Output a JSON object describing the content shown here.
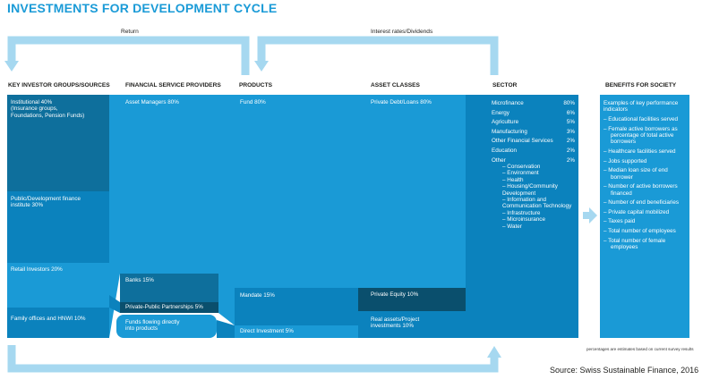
{
  "title": "INVESTMENTS FOR DEVELOPMENT CYCLE",
  "arrows": {
    "return_label": "Return",
    "interest_label": "Interest rates/Dividends"
  },
  "columns": {
    "investors": "KEY INVESTOR GROUPS/SOURCES",
    "providers": "FINANCIAL SERVICE PROVIDERS",
    "products": "PRODUCTS",
    "assets": "ASSET CLASSES",
    "sector": "SECTOR",
    "benefits": "BENEFITS FOR SOCIETY"
  },
  "investors": {
    "institutional_1": "Institutional 40%",
    "institutional_2": "(Insurance groups,",
    "institutional_3": "Foundations, Pension Funds)",
    "public_1": "Public/Development finance",
    "public_2": "institute 30%",
    "retail": "Retail Investors 20%",
    "family": "Family offices and HNWI 10%"
  },
  "providers": {
    "asset_managers": "Asset Managers 80%",
    "banks": "Banks 15%",
    "ppp": "Private-Public Partnerships 5%",
    "direct_1": "Funds flowing directly",
    "direct_2": "into products"
  },
  "products": {
    "fund": "Fund 80%",
    "mandate": "Mandate 15%",
    "direct": "Direct Investment 5%"
  },
  "assets": {
    "debt": "Private Debt/Loans 80%",
    "equity": "Private Equity 10%",
    "real_1": "Real assets/Project",
    "real_2": "investments 10%"
  },
  "sector": {
    "items": [
      {
        "name": "Microfinance",
        "pct": "80%"
      },
      {
        "name": "Energy",
        "pct": "6%"
      },
      {
        "name": "Agriculture",
        "pct": "5%"
      },
      {
        "name": "Manufacturing",
        "pct": "3%"
      },
      {
        "name": "Other Financial Services",
        "pct": "2%"
      },
      {
        "name": "Education",
        "pct": "2%"
      },
      {
        "name": "Other",
        "pct": "2%"
      }
    ],
    "other_sub": [
      "Conservation",
      "Environment",
      "Health",
      "Housing/Community Development",
      "Information and Communication Technology",
      "Infrastructure",
      "Microinsurance",
      "Water"
    ]
  },
  "benefits": {
    "intro": "Examples of key performance indicators",
    "items": [
      "Educational facilities served",
      "Female active borrowers as percentage of total active borrowers",
      "Healthcare facilities served",
      "Jobs supported",
      "Median loan size of end borrower",
      "Number of active borrowers financed",
      "Number of end beneficiaries",
      "Private capital mobilized",
      "Taxes paid",
      "Total number of employees",
      "Total number of female employees"
    ]
  },
  "note": "percentages are estimates based on current survey results",
  "source": "Source: Swiss Sustainable Finance, 2016",
  "colors": {
    "title": "#1b9bd7",
    "arrow": "#a6d8f0",
    "flow_light": "#1a9ad6",
    "flow_mid": "#0b82bd",
    "flow_dark": "#0e6f9c",
    "flow_darkest": "#0a4f6d"
  }
}
